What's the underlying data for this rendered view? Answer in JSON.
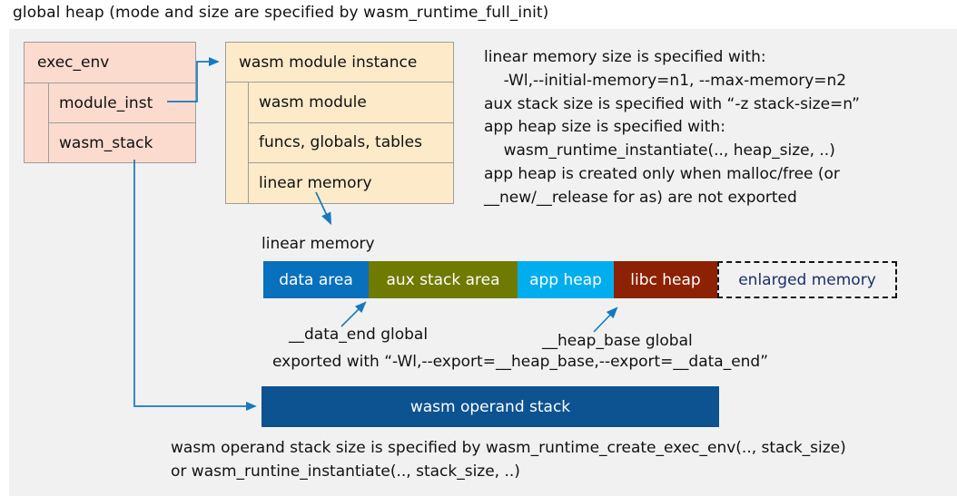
{
  "title": "global heap (mode and size are specified by wasm_runtime_full_init)",
  "colors": {
    "panel_bg": "#f1f1f1",
    "exec_env_fill": "#fbdbcd",
    "module_fill": "#fdeac8",
    "box_border": "#9d9d9d",
    "connector": "#1679c0",
    "data_area": "#0870bd",
    "aux_stack_area": "#6e7a00",
    "app_heap": "#00aeef",
    "libc_heap": "#8c2203",
    "enlarged_text": "#1a2f6b",
    "operand_stack": "#0d5291"
  },
  "exec_env": {
    "header": "exec_env",
    "rows": [
      {
        "label": "module_inst"
      },
      {
        "label": "wasm_stack"
      }
    ]
  },
  "module_instance": {
    "header": "wasm module instance",
    "rows": [
      {
        "label": "wasm module"
      },
      {
        "label": "funcs, globals, tables"
      },
      {
        "label": "linear memory"
      }
    ]
  },
  "note": "linear memory size is specified with:\n    -Wl,--initial-memory=n1, --max-memory=n2\naux stack size is specified with “-z stack-size=n”\napp heap size is specified with:\n    wasm_runtime_instantiate(.., heap_size, ..)\napp heap is created only when malloc/free (or\n__new/__release for as) are not exported",
  "linear_memory": {
    "label": "linear memory",
    "segments": [
      {
        "label": "data area",
        "color": "#0870bd",
        "width": 116,
        "dashed": false
      },
      {
        "label": "aux stack area",
        "color": "#6e7a00",
        "width": 164,
        "dashed": false
      },
      {
        "label": "app heap",
        "color": "#00aeef",
        "width": 106,
        "dashed": false
      },
      {
        "label": "libc heap",
        "color": "#8c2203",
        "width": 114,
        "dashed": false
      },
      {
        "label": "enlarged memory",
        "color": "#f1f1f1",
        "width": 198,
        "dashed": true
      }
    ]
  },
  "annotations": {
    "data_end": "__data_end global",
    "heap_base": "__heap_base global",
    "exported": "exported with “-Wl,--export=__heap_base,--export=__data_end”"
  },
  "operand_stack": {
    "label": "wasm operand stack",
    "note": "wasm operand stack size is specified by wasm_runtime_create_exec_env(.., stack_size)\nor wasm_runtine_instantiate(.., stack_size, ..)"
  }
}
